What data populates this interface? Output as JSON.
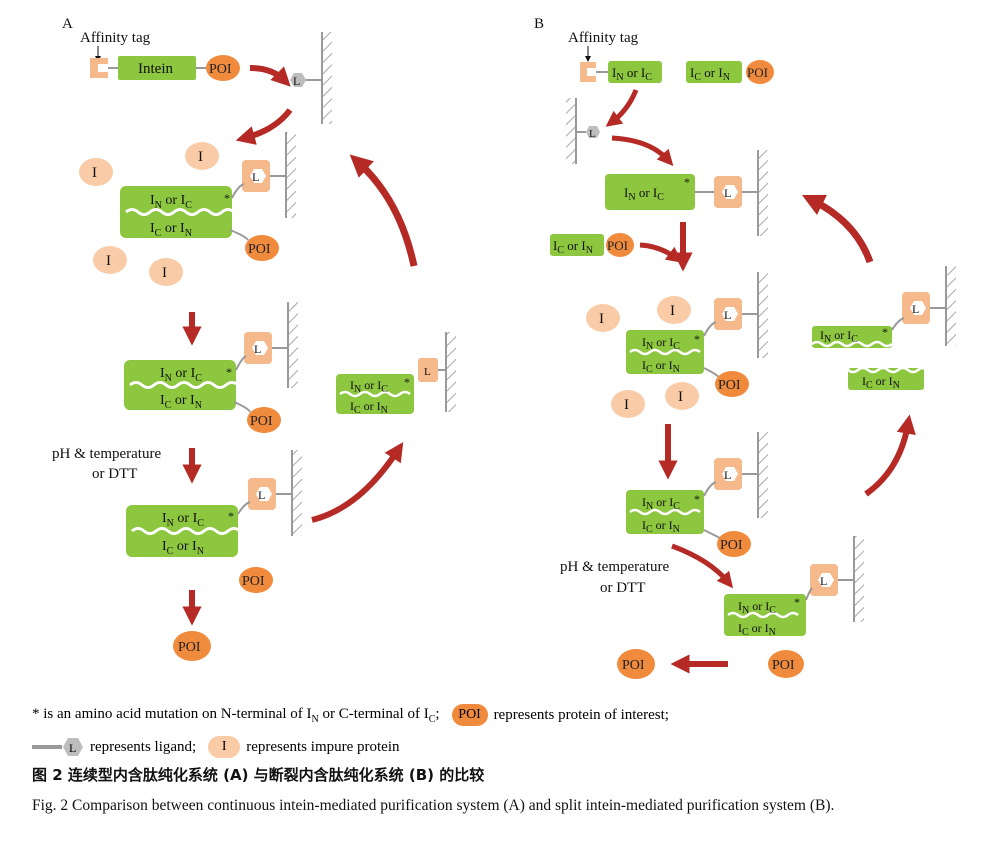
{
  "panels": {
    "a_label": "A",
    "b_label": "B"
  },
  "labels": {
    "affinity_tag": "Affinity tag",
    "intein": "Intein",
    "poi": "POI",
    "impure": "I",
    "ligand": "L",
    "star": "*",
    "cleave_line1": "pH & temperature",
    "cleave_line2": "or DTT",
    "or_text": " or ",
    "I": "I",
    "N": "N",
    "C": "C"
  },
  "legend": {
    "star_text_1": "* is an amino acid mutation on N-terminal of I",
    "star_sub_1": "N",
    "star_text_2": " or C-terminal of I",
    "star_sub_2": "C",
    "star_text_3": ";",
    "poi_label": "POI",
    "poi_text": "represents protein of interest;",
    "ligand_label": "L",
    "ligand_text": "represents ligand;",
    "impure_label": "I",
    "impure_text": "represents impure protein"
  },
  "caption": {
    "zh": "图 2   连续型内含肽纯化系统 (A) 与断裂内含肽纯化系统 (B) 的比较",
    "en": "Fig. 2    Comparison between continuous intein-mediated purification system (A) and split intein-mediated purification system (B)."
  },
  "colors": {
    "green": "#8dc63f",
    "green_dark": "#6fa82c",
    "poi_orange": "#f08a3c",
    "impure_peach": "#f9cba7",
    "tag_peach": "#f6b98c",
    "arrow_red": "#b62a25",
    "wall_gray": "#9a9a9a",
    "ligand_gray": "#bdbdbd"
  }
}
